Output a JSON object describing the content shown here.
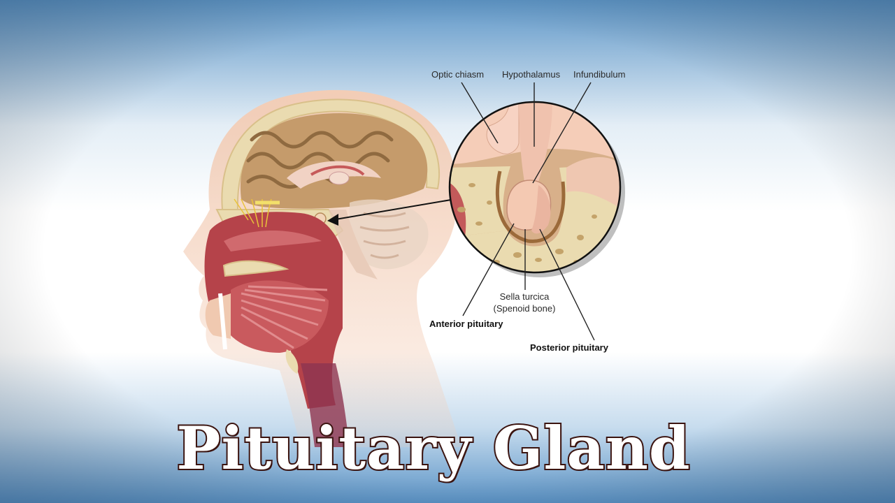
{
  "title": "Pituitary Gland",
  "labels": {
    "optic_chiasm": "Optic chiasm",
    "hypothalamus": "Hypothalamus",
    "infundibulum": "Infundibulum",
    "sella_turcica": "Sella turcica",
    "sphenoid_bone": "(Spenoid bone)",
    "anterior_pituitary": "Anterior pituitary",
    "posterior_pituitary": "Posterior pituitary"
  },
  "colors": {
    "bg_blue": "#5f97c8",
    "skin": "#f3cdb6",
    "bone": "#eadbb0",
    "brain": "#c59b6b",
    "tissue_red": "#b5434a",
    "title_outline": "#3b1410"
  }
}
